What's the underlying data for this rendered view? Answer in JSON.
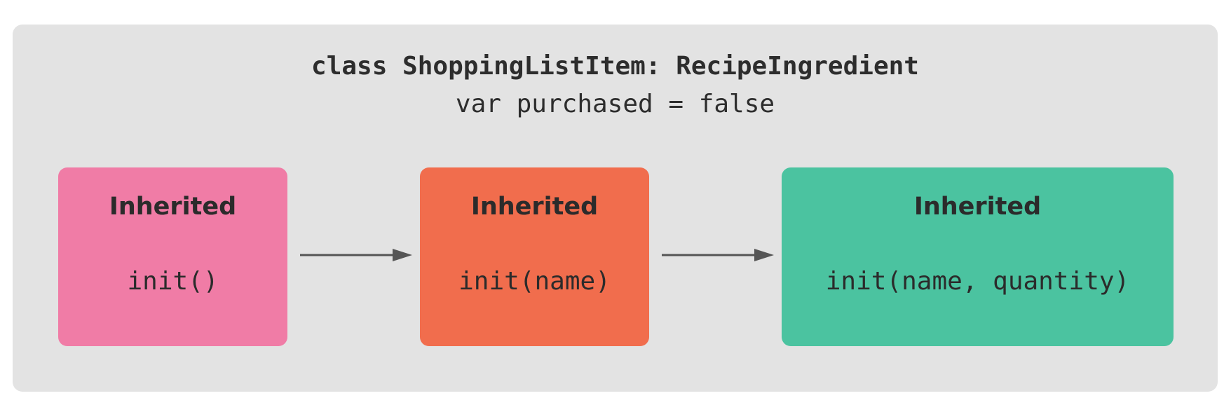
{
  "header": {
    "class_declaration": "class ShoppingListItem: RecipeIngredient",
    "property_declaration": "var purchased = false"
  },
  "boxes": [
    {
      "title": "Inherited",
      "initializer": "init()",
      "color": "#f07ca6"
    },
    {
      "title": "Inherited",
      "initializer": "init(name)",
      "color": "#f16d4d"
    },
    {
      "title": "Inherited",
      "initializer": "init(name, quantity)",
      "color": "#4bc3a0"
    }
  ],
  "colors": {
    "panel_background": "#e3e3e3",
    "arrow": "#555555",
    "text": "#2b2b2b"
  }
}
